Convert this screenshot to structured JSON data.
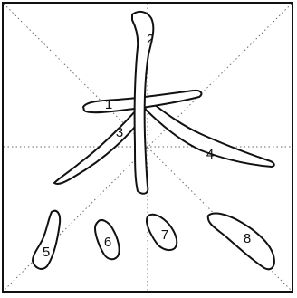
{
  "diagram": {
    "character": "杰",
    "stroke_labels": [
      "1",
      "2",
      "3",
      "4",
      "5",
      "6",
      "7",
      "8"
    ],
    "colors": {
      "outline": "#111111",
      "guide": "#6a6a6a",
      "background": "#ffffff"
    }
  }
}
